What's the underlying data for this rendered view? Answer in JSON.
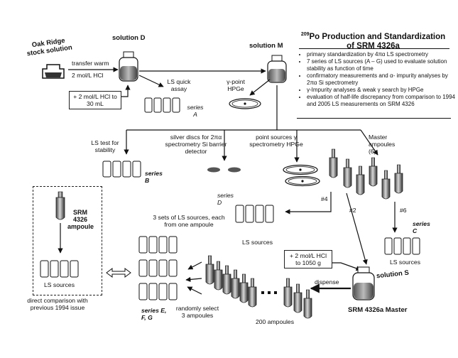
{
  "oak_ridge": "Oak Ridge stock solution",
  "transfer": "transfer warm",
  "hcl_2mol": "2 mol/L HCl",
  "box_add_30": "+ 2 mol/L HCl to 30 mL",
  "solution_d": "solution D",
  "ls_quick": "LS quick assay",
  "series_a": "series A",
  "gamma_point": "γ-point HPGe",
  "solution_m": "solution M",
  "panel": {
    "title_sup": "209",
    "title": "Po Production and Standardization of SRM 4326a",
    "bullets": [
      "primary standardization by 4πα LS spectrometry",
      "7 series of LS sources (A – G) used to evaluate solution stability as function of time",
      "confirmatory measurements and α- impurity analyses by 2πα Si spectrometry",
      "γ-Impurity analyses & weak γ search by HPGe",
      "evaluation of half-life discrepancy from comparison to 1994 and 2005 LS measurements on SRM 4326"
    ]
  },
  "ls_test": "LS test for stability",
  "series_b": "series B",
  "silver_discs": "silver discs for 2πα spectrometry Si barrier detector",
  "point_sources": "point sources γ spectrometry HPGe",
  "master_ampoules": "Master ampoules (6)",
  "srm_4326": "SRM 4326 ampoule",
  "ls_sources_left": "LS sources",
  "direct_comparison": "direct comparison with previous 1994 issue",
  "series_d": "series D",
  "num_4": "#4",
  "num_2": "#2",
  "num_6": "#6",
  "series_c": "series C",
  "ls_sources_c": "LS sources",
  "three_sets": "3 sets of LS sources, each from one ampoule",
  "ls_sources_mid": "LS sources",
  "series_efg": "series E, F, G",
  "randomly": "randomly select 3 ampoules",
  "box_add_1050": "+ 2 mol/L HCl to 1050 g",
  "solution_s": "solution S",
  "dispense": "dispense",
  "srm_master": "SRM 4326a Master",
  "ampoules_200": "200 ampoules"
}
